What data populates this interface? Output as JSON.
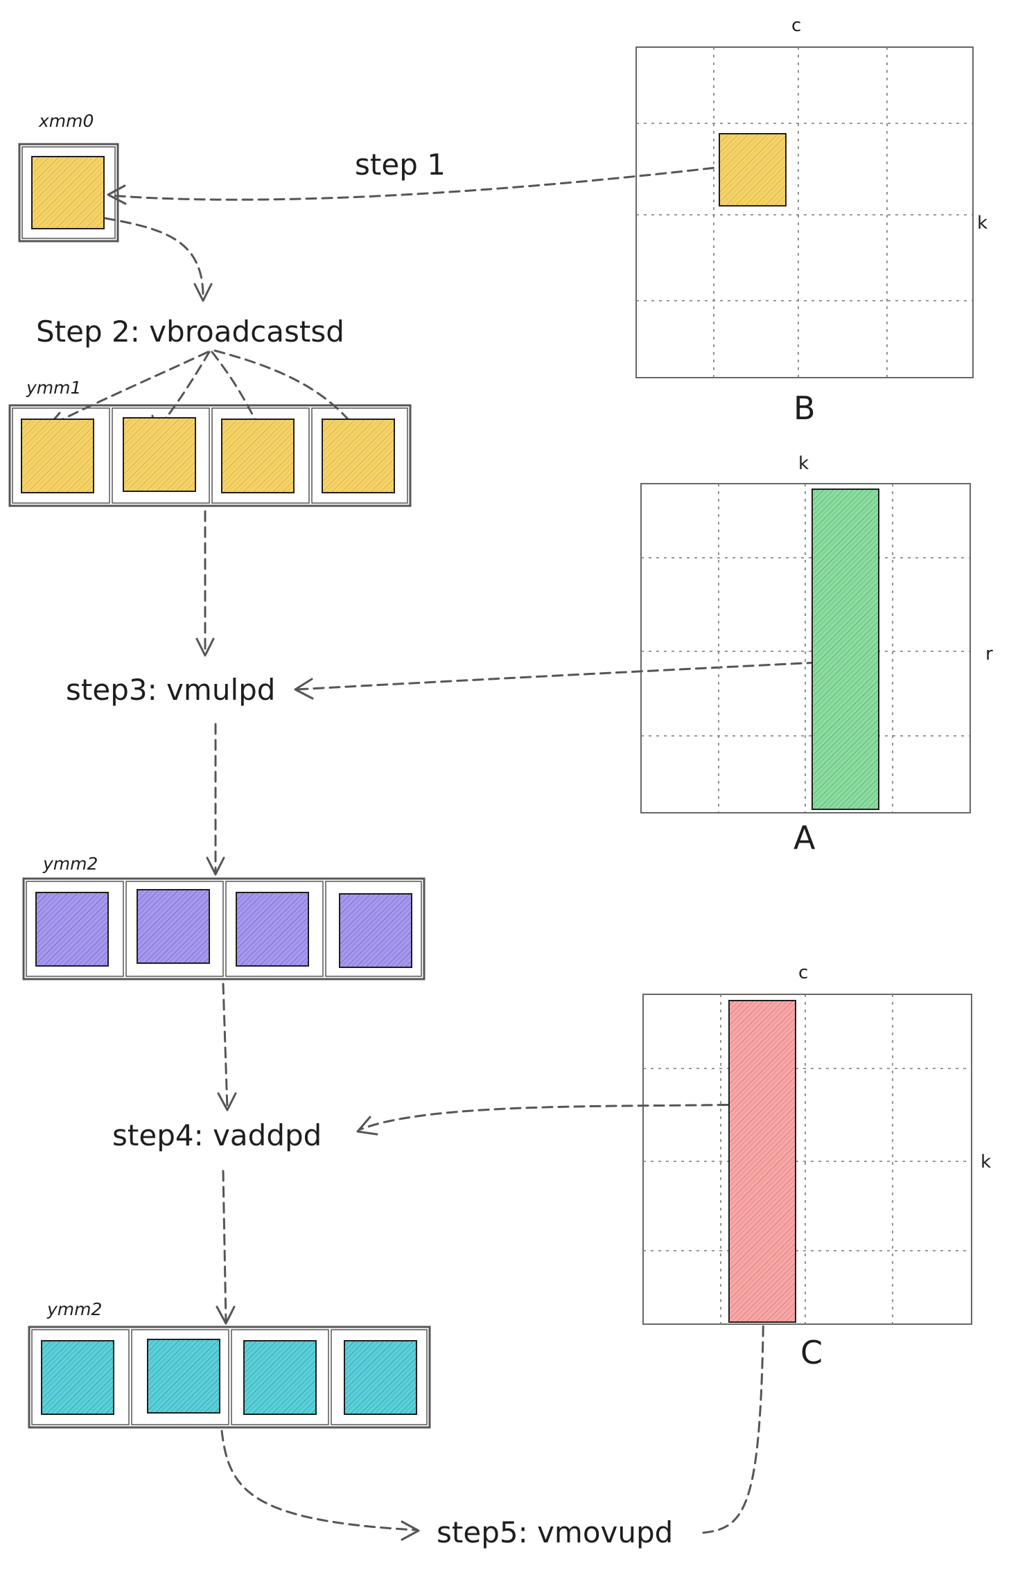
{
  "colors": {
    "yellow": "#f5d36b",
    "purple": "#9b8be6",
    "cyan": "#3fc6d1",
    "green": "#6fd28a",
    "red": "#f28b8b",
    "line": "#555555"
  },
  "registers": {
    "xmm0_label": "xmm0",
    "ymm1_label": "ymm1",
    "ymm2_mul_label": "ymm2",
    "ymm2_add_label": "ymm2"
  },
  "steps": {
    "step1": "step 1",
    "step2": "Step 2: vbroadcastsd",
    "step3": "step3: vmulpd",
    "step4": "step4: vaddpd",
    "step5": "step5: vmovupd"
  },
  "matrices": {
    "B": {
      "name": "B",
      "top_label": "c",
      "side_label": "k"
    },
    "A": {
      "name": "A",
      "top_label": "k",
      "side_label": "r"
    },
    "C": {
      "name": "C",
      "top_label": "c",
      "side_label": "k"
    }
  }
}
